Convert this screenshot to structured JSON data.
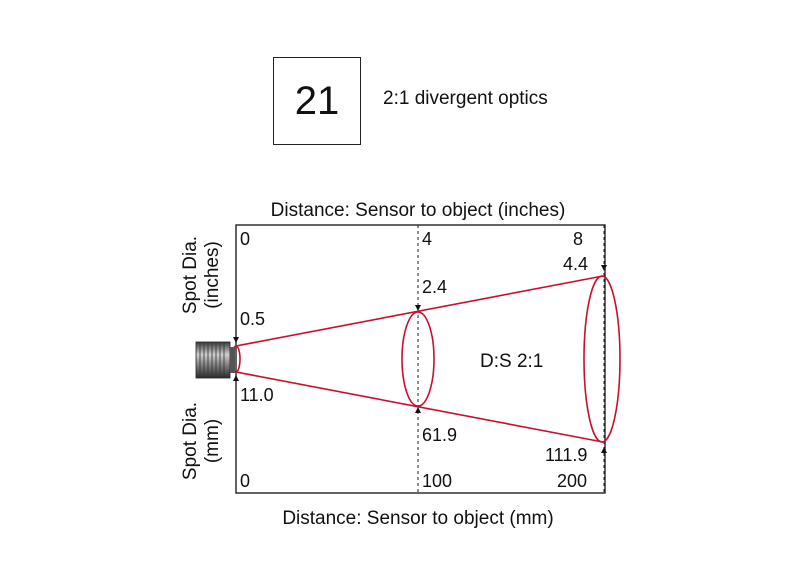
{
  "header": {
    "code": "21",
    "label": "2:1 divergent optics"
  },
  "diagram": {
    "top_axis_title": "Distance: Sensor to object (inches)",
    "bottom_axis_title": "Distance: Sensor to object (mm)",
    "left_top_title_line1": "Spot Dia.",
    "left_top_title_line2": "(inches)",
    "left_bottom_title_line1": "Spot Dia.",
    "left_bottom_title_line2": "(mm)",
    "ratio_label": "D:S 2:1",
    "distances_inches": [
      "0",
      "4",
      "8"
    ],
    "distances_mm": [
      "0",
      "100",
      "200"
    ],
    "spot_inches": [
      "0.5",
      "2.4",
      "4.4"
    ],
    "spot_mm": [
      "11.0",
      "61.9",
      "111.9"
    ],
    "beam_color": "#c8102e"
  }
}
